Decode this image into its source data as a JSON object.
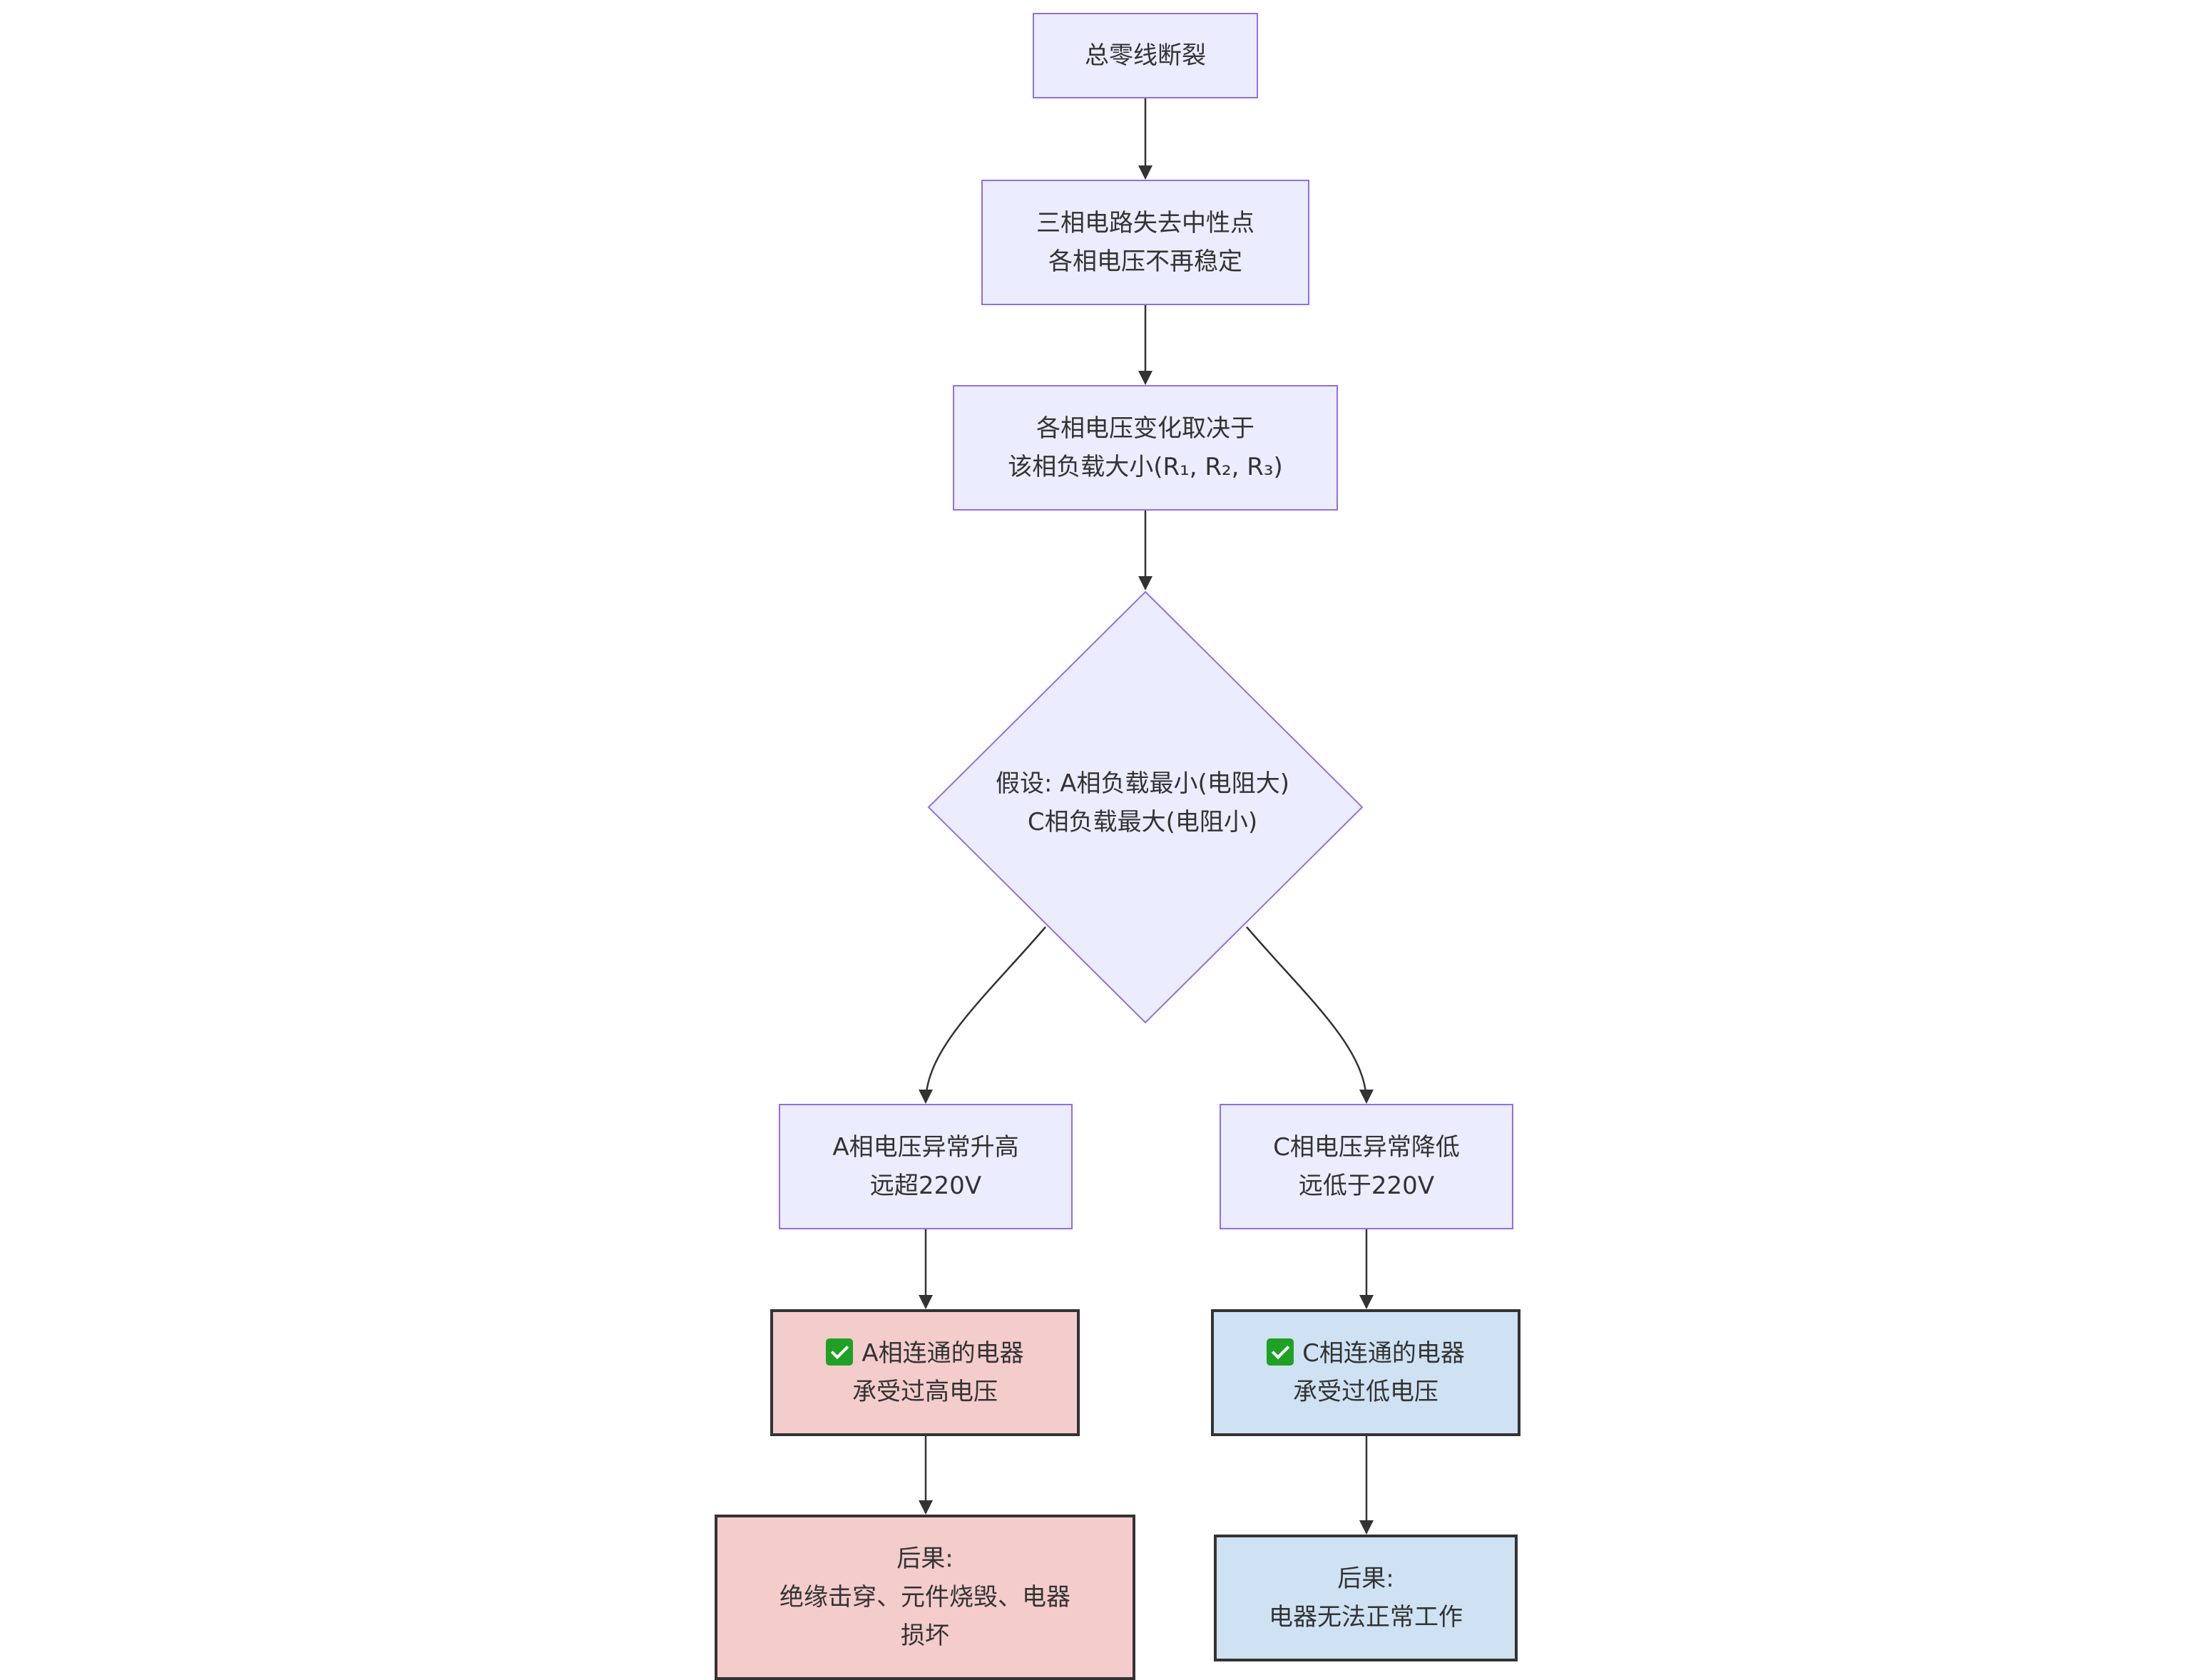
{
  "nodes": {
    "start": {
      "lines": [
        "总零线断裂"
      ]
    },
    "lose_neutral": {
      "lines": [
        "三相电路失去中性点",
        "各相电压不再稳定"
      ]
    },
    "depends": {
      "lines": [
        "各相电压变化取决于",
        "该相负载大小(R₁, R₂, R₃)"
      ]
    },
    "decision": {
      "lines": [
        "假设: A相负载最小(电阻大)",
        "C相负载最大(电阻小)"
      ]
    },
    "a_rise": {
      "lines": [
        "A相电压异常升高",
        "远超220V"
      ]
    },
    "c_drop": {
      "lines": [
        "C相电压异常降低",
        "远低于220V"
      ]
    },
    "a_appliance": {
      "lines": [
        "A相连通的电器",
        "承受过高电压"
      ],
      "icon": "check-mark-icon"
    },
    "c_appliance": {
      "lines": [
        "C相连通的电器",
        "承受过低电压"
      ],
      "icon": "check-mark-icon"
    },
    "a_result": {
      "lines": [
        "后果:",
        "绝缘击穿、元件烧毁、电器",
        "损坏"
      ]
    },
    "c_result": {
      "lines": [
        "后果:",
        "电器无法正常工作"
      ]
    }
  },
  "colors": {
    "default_fill": "#ececff",
    "default_stroke": "#9370db",
    "danger_fill": "#f4cccc",
    "info_fill": "#cfe2f3",
    "strong_stroke": "#333333",
    "edge": "#333333",
    "text": "#333333",
    "check_icon": "#1fa125"
  }
}
